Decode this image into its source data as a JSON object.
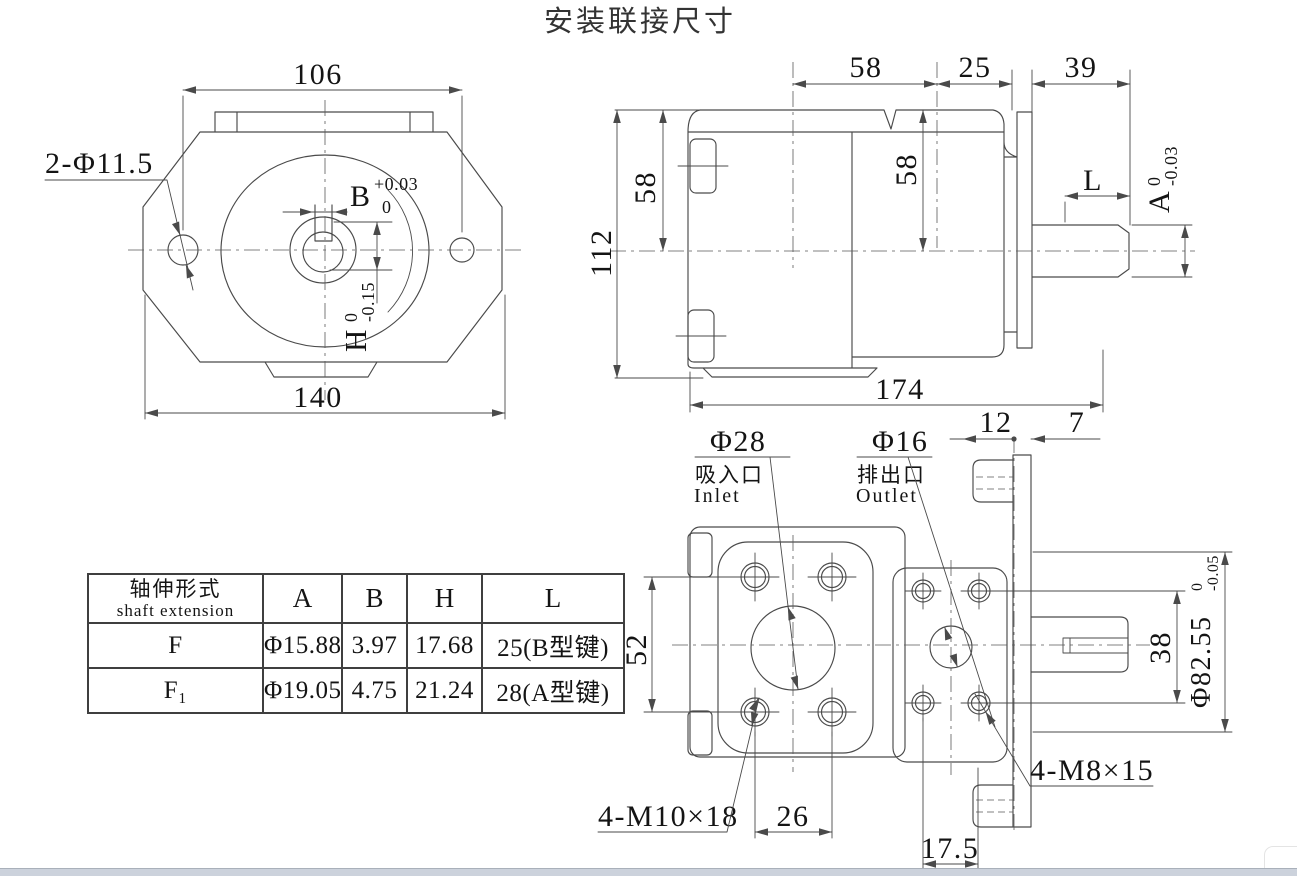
{
  "title": "安装联接尺寸",
  "front_view": {
    "dim_hole_spacing": "106",
    "dim_overall_width": "140",
    "mount_holes_label": "2-Φ11.5",
    "keyway_width_letter": "B",
    "keyway_width_upper": "+0.03",
    "keyway_width_lower": "0",
    "keyway_depth_letter": "H",
    "keyway_depth_upper": "0",
    "keyway_depth_lower": "-0.15"
  },
  "side_view": {
    "dim_port_span": "58",
    "dim_port_to_face": "25",
    "dim_shaft_length": "39",
    "dim_overall_height": "112",
    "dim_rear_top_to_center": "58",
    "dim_front_top_to_center": "58",
    "dim_overall_length": "174",
    "dim_key_length": "L",
    "shaft_dia_letter": "A",
    "shaft_dia_upper": "0",
    "shaft_dia_lower": "-0.03"
  },
  "port_view": {
    "inlet_dia": "Φ28",
    "inlet_cn": "吸入口",
    "inlet_en": "Inlet",
    "outlet_dia": "Φ16",
    "outlet_cn": "排出口",
    "outlet_en": "Outlet",
    "dim_plate_offset": "12",
    "dim_plate_thickness": "7",
    "dim_inlet_bolt_spacing_v": "52",
    "dim_outlet_bolt_spacing_v": "38",
    "pilot_dia": "Φ82.55",
    "pilot_upper": "0",
    "pilot_lower": "-0.05",
    "inlet_bolts_label": "4-M10×18",
    "outlet_bolts_label": "4-M8×15",
    "dim_inlet_bolt_spacing_h": "26",
    "dim_outlet_bolt_offset": "17.5"
  },
  "table": {
    "header_cn": "轴伸形式",
    "header_en": "shaft extension",
    "col_a": "A",
    "col_b": "B",
    "col_h": "H",
    "col_l": "L",
    "rows": [
      {
        "type": "F",
        "a": "Φ15.88",
        "b": "3.97",
        "h": "17.68",
        "l": "25(B型键)"
      },
      {
        "type": "F₁",
        "a": "Φ19.05",
        "b": "4.75",
        "h": "21.24",
        "l": "28(A型键)"
      }
    ]
  }
}
